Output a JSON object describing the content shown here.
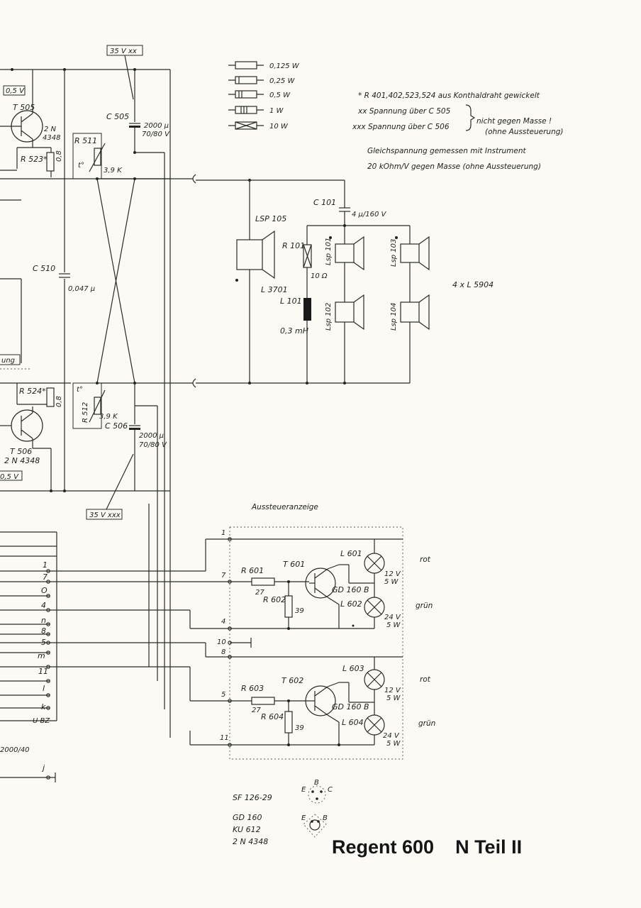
{
  "title": "Regent 600    N Teil II",
  "power_legend": [
    "0,125 W",
    "0,25 W",
    "0,5 W",
    "1 W",
    "10 W"
  ],
  "notes": {
    "n1": "* R 401,402,523,524 aus Konthaldraht gewickelt",
    "n2": "xx Spannung über C 505",
    "n3": "xxx Spannung über C 506",
    "n_bracket1": "nicht gegen Masse !",
    "n_bracket2": "(ohne Aussteuerung)",
    "n4": "Gleichspannung gemessen mit Instrument",
    "n5": "20 kOhm/V gegen Masse (ohne Aussteuerung)"
  },
  "voltages": {
    "top": "35 V xx",
    "bottom": "35 V xxx",
    "t505_base": "0,5 V",
    "t506_base": "0,5 V"
  },
  "amp": {
    "t505": "T 505",
    "t505_type_a": "2 N",
    "t505_type_b": "4348",
    "r523": "R 523*",
    "r523_val": "0,8",
    "r511": "R 511",
    "r511_val": "3,9 K",
    "temp": "t°",
    "c505": "C 505",
    "c505_val_a": "2000 µ",
    "c505_val_b": "70/80 V",
    "c510": "C 510",
    "c510_val": "0,047 µ",
    "r524": "R 524*",
    "r524_val": "0,8",
    "r512": "R 512",
    "r512_val": "3,9 K",
    "temp2": "t°",
    "c506": "C 506",
    "c506_val_a": "2000 µ",
    "c506_val_b": "70/80 V",
    "t506": "T 506",
    "t506_type": "2 N 4348",
    "left_cut_label": "ung"
  },
  "speakers": {
    "c101": "C 101",
    "c101_val": "4 µ/160 V",
    "lsp105": "LSP 105",
    "l3701": "L 3701",
    "r101": "R 101",
    "r101_val": "10 Ω",
    "l101": "L 101",
    "l101_val": "0,3 mH",
    "lsp101": "Lsp 101",
    "lsp102": "Lsp 102",
    "lsp103": "Lsp 103",
    "lsp104": "Lsp 104",
    "group": "4 x L 5904"
  },
  "meter": {
    "title": "Aussteueranzeige",
    "pins": [
      "1",
      "7",
      "4",
      "10",
      "8",
      "5",
      "11"
    ],
    "r601": "R 601",
    "r601_val": "27",
    "r602": "R 602",
    "r602_val": "39",
    "t601": "T 601",
    "t601_type": "GD 160 B",
    "l601": "L 601",
    "l601_rating_a": "12 V",
    "l601_rating_b": "5 W",
    "l601_color": "rot",
    "l602": "L 602",
    "l602_rating_a": "24 V",
    "l602_rating_b": "5 W",
    "l602_color": "grün",
    "r603": "R 603",
    "r603_val": "27",
    "r604": "R 604",
    "r604_val": "39",
    "t602": "T 602",
    "t602_type": "GD 160 B",
    "l603": "L 603",
    "l603_rating_a": "12 V",
    "l603_rating_b": "5 W",
    "l603_color": "rot",
    "l604": "L 604",
    "l604_rating_a": "24 V",
    "l604_rating_b": "5 W",
    "l604_color": "grün"
  },
  "connector": [
    "1",
    "7",
    "O",
    "4",
    "n",
    "8",
    "5",
    "m",
    "11",
    "l",
    "k",
    "U BZ",
    "j"
  ],
  "connector_cap": "2000/40",
  "pinouts": {
    "sf": "SF 126-29",
    "gd": "GD 160",
    "ku": "KU 612",
    "n2": "2 N 4348",
    "e": "E",
    "b": "B",
    "c": "C"
  }
}
